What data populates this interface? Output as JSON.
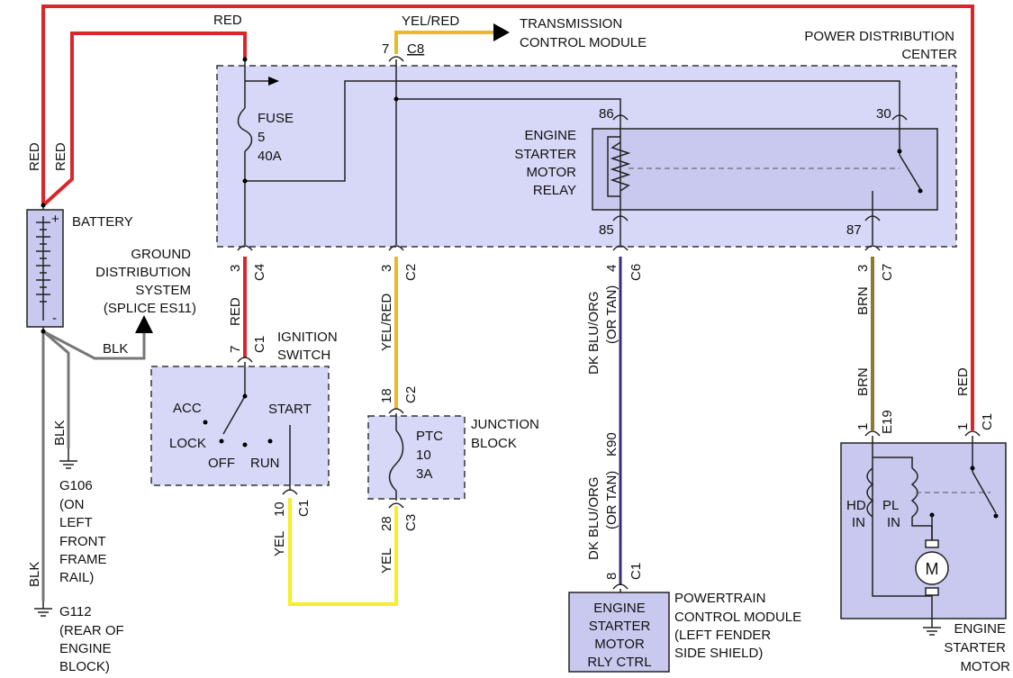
{
  "wires": {
    "red": "RED",
    "yel_red": "YEL/RED",
    "blk": "BLK",
    "yel": "YEL",
    "brn": "BRN",
    "dk_blu_org": "DK BLU/ORG",
    "or_tan": "(OR TAN)",
    "k90": "K90"
  },
  "connectors": {
    "c8_pin": "7",
    "c8": "C8",
    "c4_pin": "3",
    "c4": "C4",
    "c2_pin": "3",
    "c2": "C2",
    "c6_pin": "4",
    "c6": "C6",
    "c7_pin": "3",
    "c7": "C7",
    "ign_c1_pin": "7",
    "ign_c1": "C1",
    "jb_c2_pin": "18",
    "jb_c2": "C2",
    "ign_out_pin": "10",
    "ign_out": "C1",
    "jb_c3_pin": "28",
    "jb_c3": "C3",
    "pcm_c1_pin": "8",
    "pcm_c1": "C1",
    "e19_pin": "1",
    "e19": "E19",
    "motor_c1_pin": "1",
    "motor_c1": "C1"
  },
  "tcm": {
    "line1": "TRANSMISSION",
    "line2": "CONTROL MODULE"
  },
  "pdc": {
    "line1": "POWER DISTRIBUTION",
    "line2": "CENTER"
  },
  "fuse": {
    "line1": "FUSE",
    "line2": "5",
    "line3": "40A"
  },
  "relay": {
    "line1": "ENGINE",
    "line2": "STARTER",
    "line3": "MOTOR",
    "line4": "RELAY",
    "pin86": "86",
    "pin30": "30",
    "pin85": "85",
    "pin87": "87"
  },
  "battery": {
    "label": "BATTERY",
    "plus": "+",
    "minus": "-"
  },
  "ground_dist": {
    "line1": "GROUND",
    "line2": "DISTRIBUTION",
    "line3": "SYSTEM",
    "line4": "(SPLICE ES11)"
  },
  "ignition": {
    "line1": "IGNITION",
    "line2": "SWITCH",
    "acc": "ACC",
    "lock": "LOCK",
    "off": "OFF",
    "run": "RUN",
    "start": "START"
  },
  "junction": {
    "line1": "JUNCTION",
    "line2": "BLOCK",
    "ptc": "PTC",
    "num": "10",
    "amp": "3A"
  },
  "g106": {
    "line1": "G106",
    "line2": "(ON",
    "line3": "LEFT",
    "line4": "FRONT",
    "line5": "FRAME",
    "line6": "RAIL)"
  },
  "g112": {
    "line1": "G112",
    "line2": "(REAR OF",
    "line3": "ENGINE",
    "line4": "BLOCK)"
  },
  "pcm": {
    "box1": "ENGINE",
    "box2": "STARTER",
    "box3": "MOTOR",
    "box4": "RLY CTRL",
    "line1": "POWERTRAIN",
    "line2": "CONTROL MODULE",
    "line3": "(LEFT FENDER",
    "line4": "SIDE SHIELD)"
  },
  "motor": {
    "hd": "HD",
    "hd_in": "IN",
    "pl": "PL",
    "pl_in": "IN",
    "m": "M",
    "line1": "ENGINE",
    "line2": "STARTER",
    "line3": "MOTOR"
  }
}
